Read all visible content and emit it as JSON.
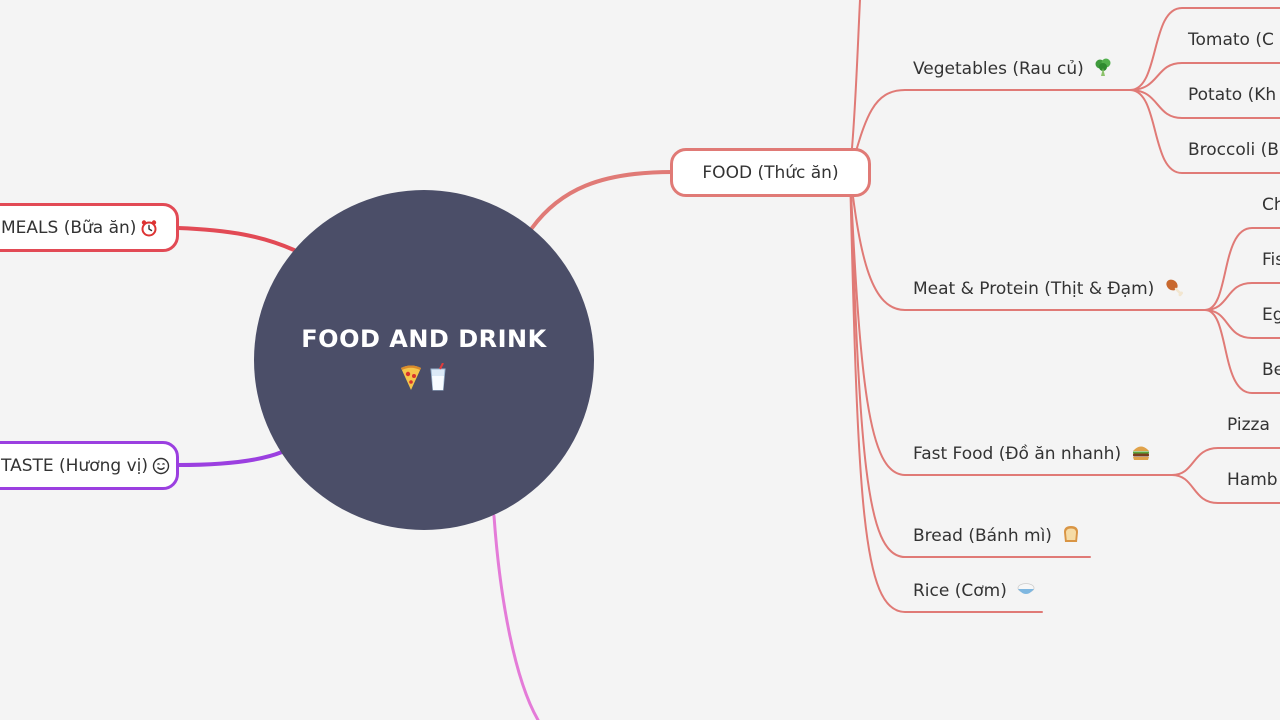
{
  "central": {
    "title": "FOOD AND DRINK",
    "icons": [
      "pizza-icon",
      "glass-of-milk-icon"
    ]
  },
  "branches": {
    "food": {
      "label": "FOOD (Thức ăn)",
      "color": "#e07a76"
    },
    "meals": {
      "label": "MEALS (Bữa ăn)",
      "icon": "alarm-clock-icon",
      "color": "#e24a55"
    },
    "taste": {
      "label": "TASTE (Hương vị)",
      "icon": "smiling-face-icon",
      "color": "#9b3fe0"
    },
    "bottom": {
      "color": "#e47bd8"
    }
  },
  "food_children": [
    {
      "label": "Vegetables (Rau củ)",
      "icon": "broccoli-icon",
      "children": [
        "Tomato (C",
        "Potato (Kh",
        "Broccoli (B"
      ]
    },
    {
      "label": "Meat & Protein (Thịt & Đạm)",
      "icon": "poultry-leg-icon",
      "children": [
        "Ch",
        "Fis",
        "Eg",
        "Be"
      ]
    },
    {
      "label": "Fast Food (Đồ ăn nhanh)",
      "icon": "hamburger-icon",
      "children": [
        "Pizza",
        "Hamb"
      ]
    },
    {
      "label": "Bread (Bánh mì)",
      "icon": "bread-icon",
      "children": []
    },
    {
      "label": "Rice (Cơm)",
      "icon": "rice-bowl-icon",
      "children": []
    }
  ]
}
